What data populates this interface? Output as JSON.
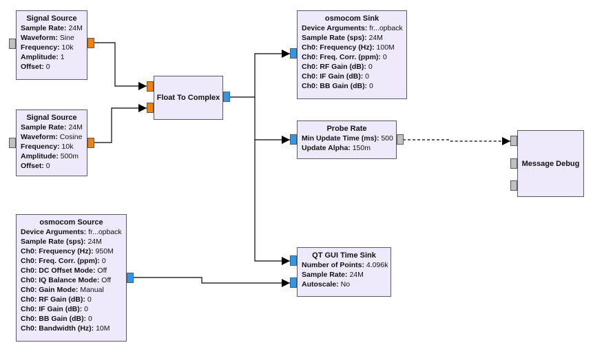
{
  "colors": {
    "block_fill": "#eeeafc",
    "float_port": "#f57f0b",
    "complex_port": "#2b98f0",
    "message_port": "#c0c0c0",
    "wire": "#000000"
  },
  "blocks": {
    "sig1": {
      "title": "Signal Source",
      "params": [
        {
          "label": "Sample Rate:",
          "value": " 24M"
        },
        {
          "label": "Waveform:",
          "value": " Sine"
        },
        {
          "label": "Frequency:",
          "value": " 10k"
        },
        {
          "label": "Amplitude:",
          "value": " 1"
        },
        {
          "label": "Offset:",
          "value": " 0"
        }
      ]
    },
    "sig2": {
      "title": "Signal Source",
      "params": [
        {
          "label": "Sample Rate:",
          "value": " 24M"
        },
        {
          "label": "Waveform:",
          "value": " Cosine"
        },
        {
          "label": "Frequency:",
          "value": " 10k"
        },
        {
          "label": "Amplitude:",
          "value": " 500m"
        },
        {
          "label": "Offset:",
          "value": " 0"
        }
      ]
    },
    "f2c": {
      "title": "Float To Complex"
    },
    "sink": {
      "title": "osmocom Sink",
      "params": [
        {
          "label": "Device Arguments:",
          "value": " fr...opback"
        },
        {
          "label": "Sample Rate (sps):",
          "value": " 24M"
        },
        {
          "label": "Ch0: Frequency (Hz):",
          "value": " 100M"
        },
        {
          "label": "Ch0: Freq. Corr. (ppm):",
          "value": " 0"
        },
        {
          "label": "Ch0: RF Gain (dB):",
          "value": " 0"
        },
        {
          "label": "Ch0: IF Gain (dB):",
          "value": " 0"
        },
        {
          "label": "Ch0: BB Gain (dB):",
          "value": " 0"
        }
      ]
    },
    "probe": {
      "title": "Probe Rate",
      "params": [
        {
          "label": "Min Update Time (ms):",
          "value": " 500"
        },
        {
          "label": "Update Alpha:",
          "value": " 150m"
        }
      ]
    },
    "msgdbg": {
      "title": "Message Debug"
    },
    "source": {
      "title": "osmocom Source",
      "params": [
        {
          "label": "Device Arguments:",
          "value": " fr...opback"
        },
        {
          "label": "Sample Rate (sps):",
          "value": " 24M"
        },
        {
          "label": "Ch0: Frequency (Hz):",
          "value": " 950M"
        },
        {
          "label": "Ch0: Freq. Corr. (ppm):",
          "value": " 0"
        },
        {
          "label": "Ch0: DC Offset Mode:",
          "value": " Off"
        },
        {
          "label": "Ch0: IQ Balance Mode:",
          "value": " Off"
        },
        {
          "label": "Ch0: Gain Mode:",
          "value": " Manual"
        },
        {
          "label": "Ch0: RF Gain (dB):",
          "value": " 0"
        },
        {
          "label": "Ch0: IF Gain (dB):",
          "value": " 0"
        },
        {
          "label": "Ch0: BB Gain (dB):",
          "value": " 0"
        },
        {
          "label": "Ch0: Bandwidth (Hz):",
          "value": " 10M"
        }
      ]
    },
    "qt": {
      "title": "QT GUI Time Sink",
      "params": [
        {
          "label": "Number of Points:",
          "value": " 4.096k"
        },
        {
          "label": "Sample Rate:",
          "value": " 24M"
        },
        {
          "label": "Autoscale:",
          "value": " No"
        }
      ]
    }
  },
  "connections": [
    {
      "from": "sig1.out0",
      "to": "f2c.in0",
      "type": "stream"
    },
    {
      "from": "sig2.out0",
      "to": "f2c.in1",
      "type": "stream"
    },
    {
      "from": "f2c.out0",
      "to": "sink.in0",
      "type": "stream"
    },
    {
      "from": "f2c.out0",
      "to": "probe.in0",
      "type": "stream"
    },
    {
      "from": "f2c.out0",
      "to": "qt.in0",
      "type": "stream"
    },
    {
      "from": "source.out0",
      "to": "qt.in1",
      "type": "stream"
    },
    {
      "from": "probe.out0",
      "to": "msgdbg.in0",
      "type": "message"
    }
  ]
}
